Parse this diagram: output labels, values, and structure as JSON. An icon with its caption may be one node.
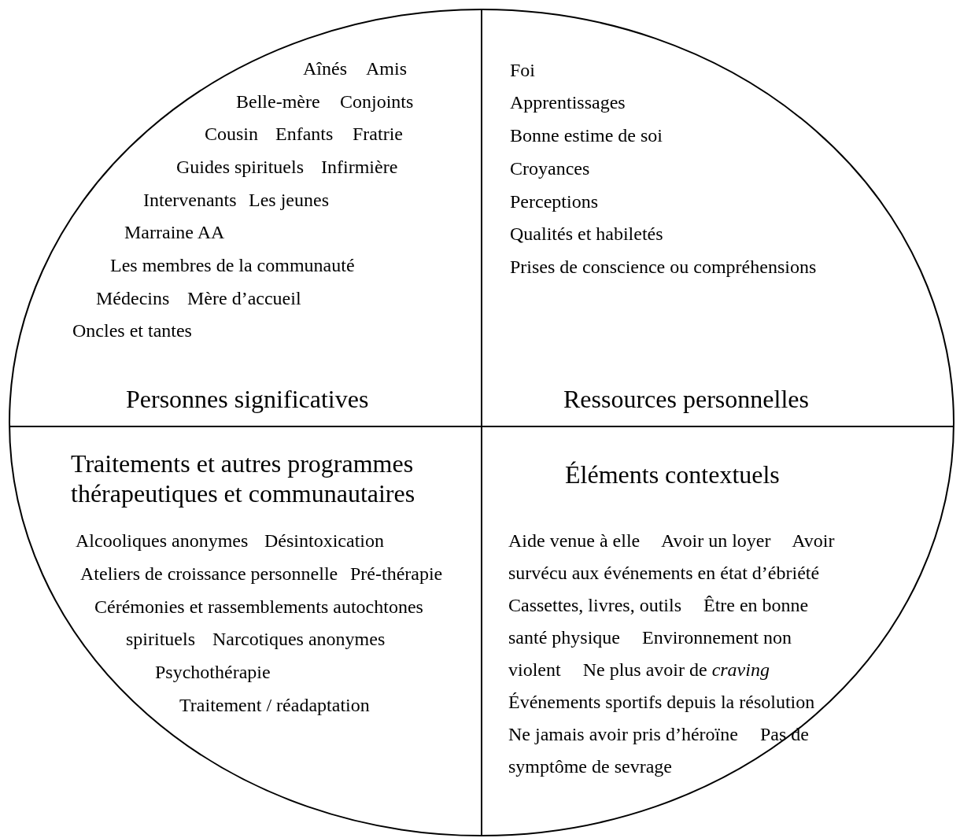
{
  "diagram": {
    "nodes": [
      {
        "text": [],
        "shape": "circle"
      },
      {
        "text": [
          "Aînés",
          "Amis",
          "Belle-mère",
          "Conjoints",
          "Cousin",
          "Enfants",
          "Fratrie",
          "Guides spirituels",
          "Infirmière",
          "Intervenants",
          "Les jeunes",
          "Marraine AA",
          "Les membres de la communauté",
          "Médecins",
          "Mère d’accueil",
          "Oncles et tantes",
          "Personnes significatives"
        ],
        "in": 0
      },
      {
        "text": [
          "Foi",
          "Apprentissages",
          "Bonne estime de soi",
          "Croyances",
          "Perceptions",
          "Qualités et habiletés",
          "Prises de conscience ou compréhensions",
          "Ressources personnelles"
        ],
        "in": 0
      },
      {
        "text": [
          "Traitements et autres programmes thérapeutiques et communautaires",
          "Alcooliques anonymes",
          "Désintoxication",
          "Ateliers de croissance personnelle",
          "Pré-thérapie",
          "Cérémonies et rassemblements autochtones spirituels",
          "Narcotiques anonymes",
          "Psychothérapie",
          "Traitement / réadaptation"
        ],
        "in": 0
      },
      {
        "text": [
          "Éléments contextuels",
          "Aide venue à elle",
          "Avoir un loyer",
          "Avoir survécu aux événements en état d’ébriété",
          "Cassettes, livres, outils",
          "Être en bonne santé physique",
          "Environnement non violent",
          "Ne plus avoir de *craving*",
          "Événements sportifs depuis la résolution",
          "Ne jamais avoir pris d’héroïne",
          "Pas de symptôme de sevrage"
        ],
        "in": 0
      }
    ]
  }
}
